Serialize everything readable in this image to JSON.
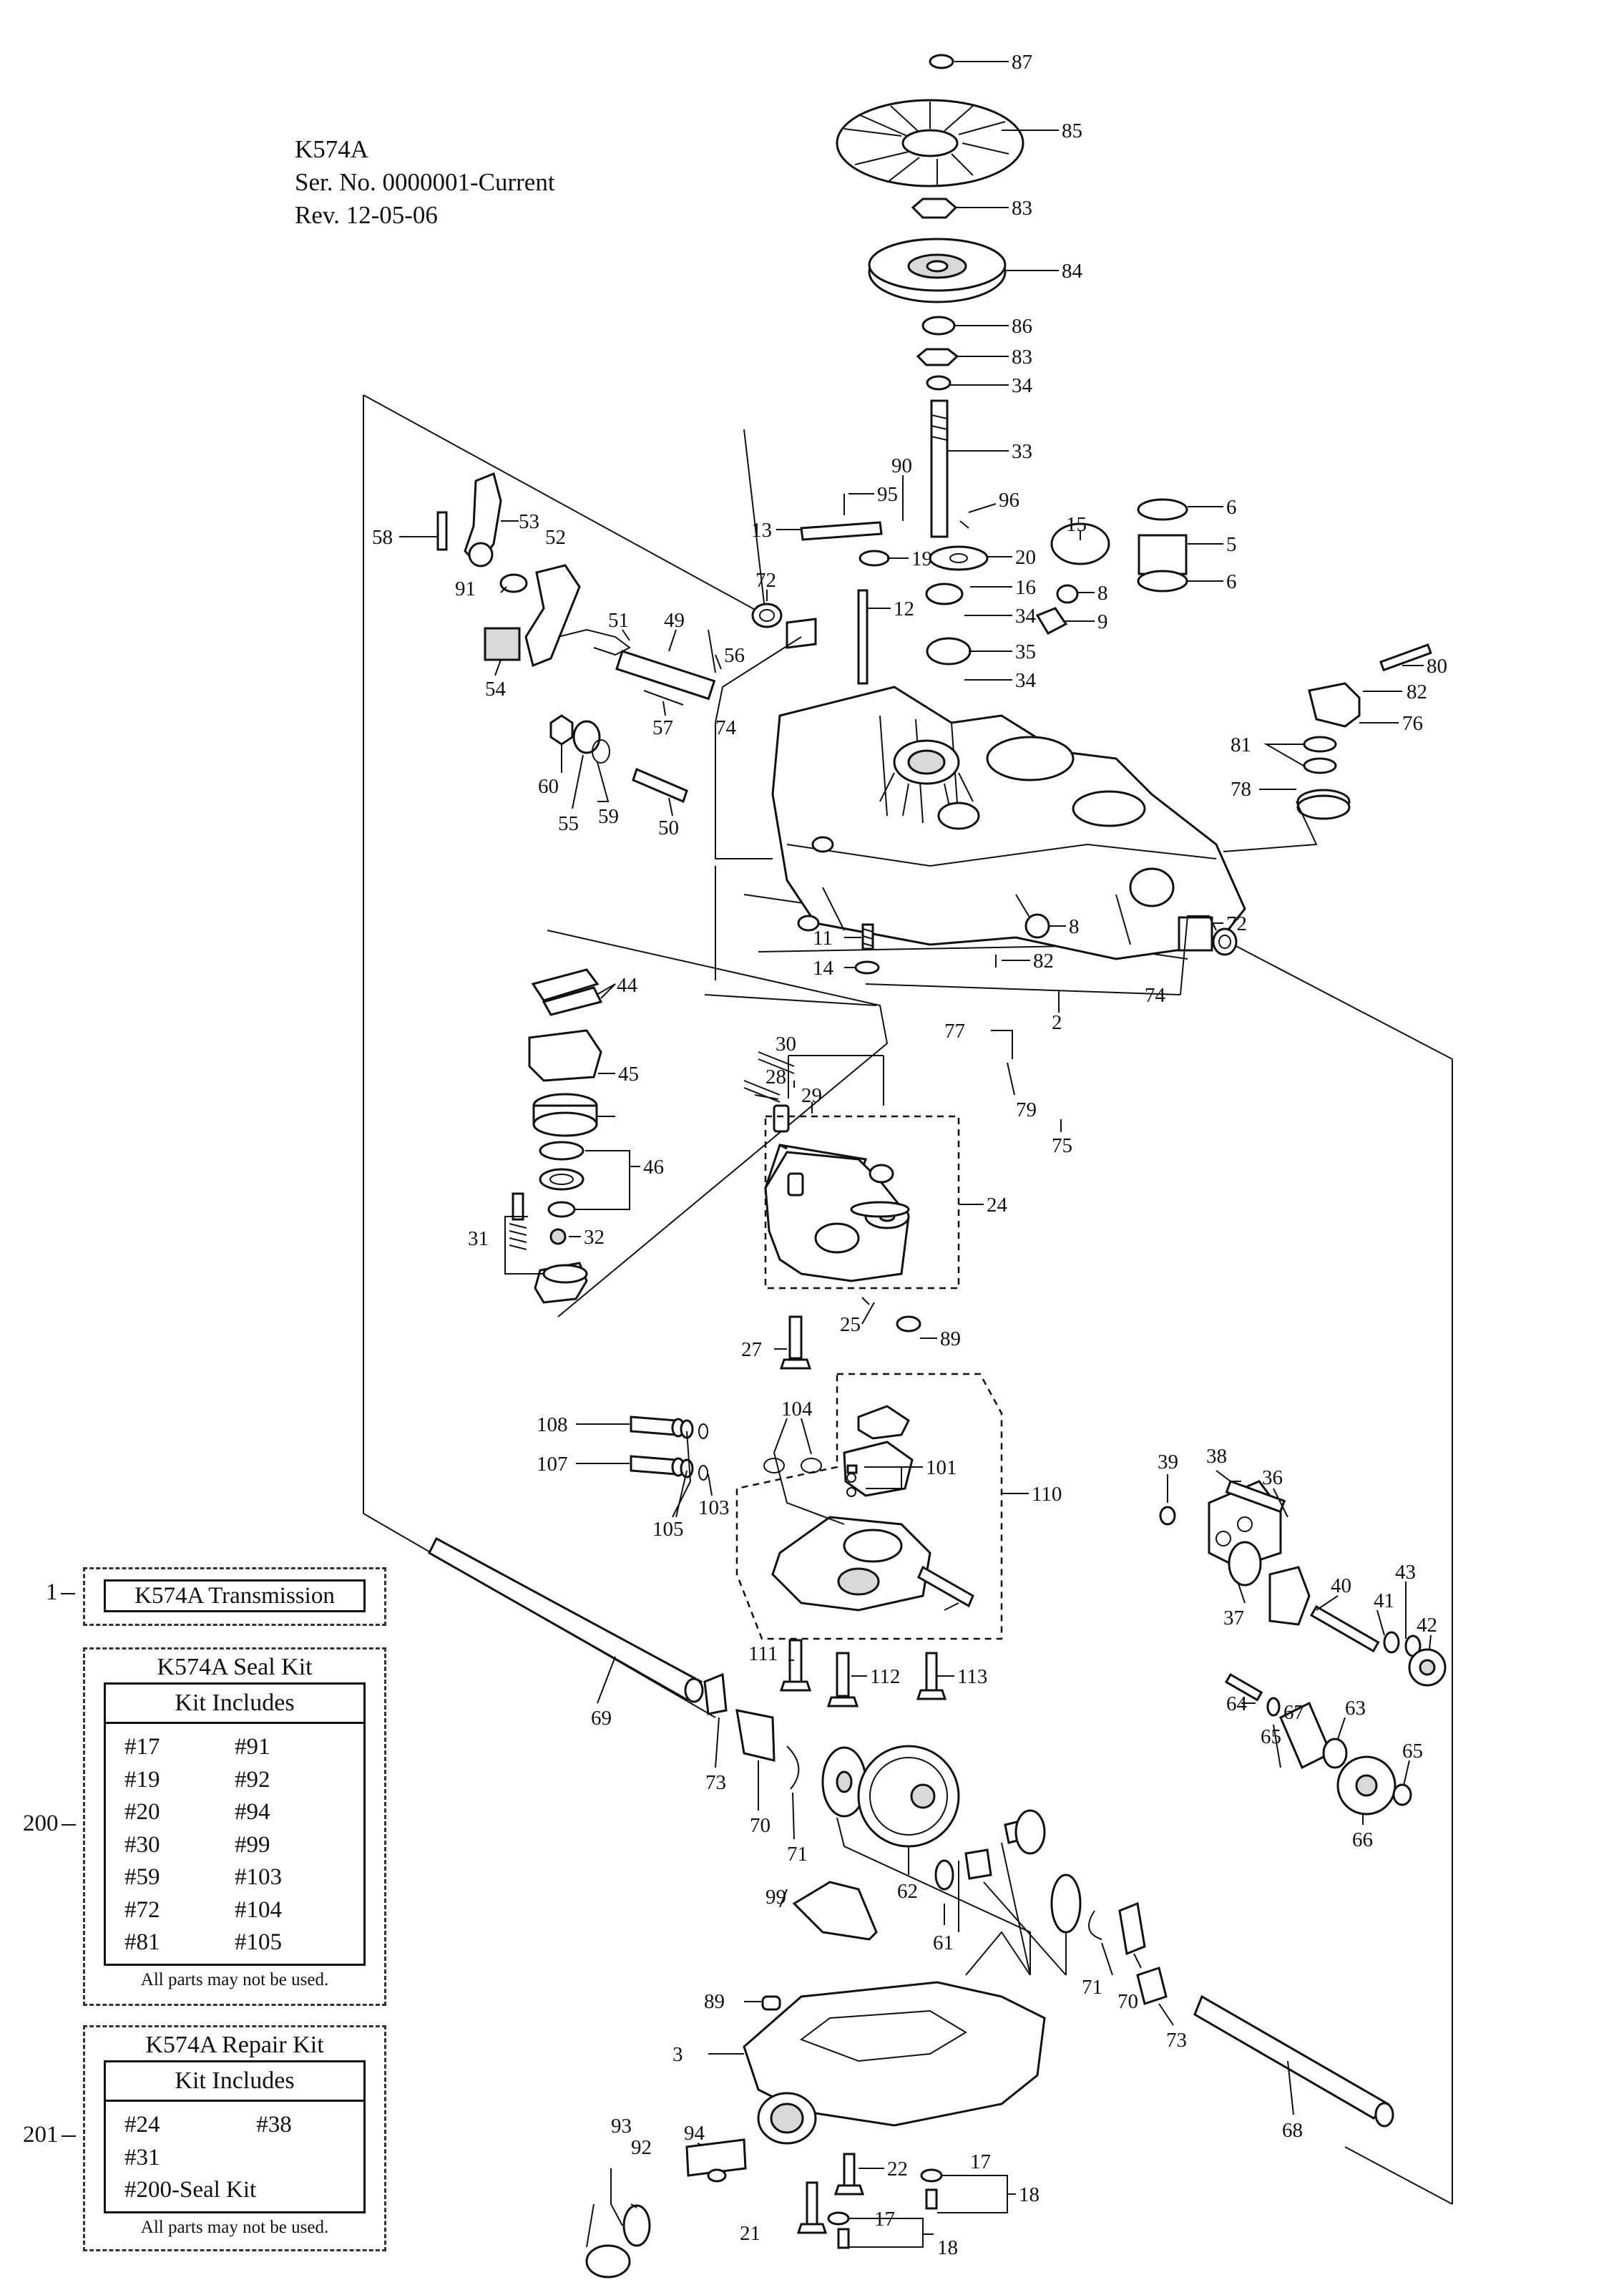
{
  "header": {
    "model": "K574A",
    "serial": "Ser. No. 0000001-Current",
    "revision": "Rev. 12-05-06"
  },
  "transmission_box": {
    "number": "1",
    "label": "K574A Transmission"
  },
  "seal_kit": {
    "number": "200",
    "title": "K574A Seal Kit",
    "subtitle": "Kit Includes",
    "items": [
      "#17",
      "#91",
      "#19",
      "#92",
      "#20",
      "#94",
      "#30",
      "#99",
      "#59",
      "#103",
      "#72",
      "#104",
      "#81",
      "#105"
    ],
    "note": "All parts may not be used."
  },
  "repair_kit": {
    "number": "201",
    "title": "K574A Repair Kit",
    "subtitle": "Kit Includes",
    "items": [
      "#24",
      "#38",
      "#31",
      "",
      "#200-Seal Kit",
      ""
    ],
    "note": "All parts may not be used."
  },
  "callouts": [
    "87",
    "85",
    "83",
    "84",
    "86",
    "83",
    "34",
    "33",
    "90",
    "95",
    "96",
    "13",
    "19",
    "20",
    "15",
    "6",
    "5",
    "6",
    "16",
    "8",
    "34",
    "9",
    "35",
    "34",
    "12",
    "58",
    "53",
    "52",
    "91",
    "72",
    "51",
    "49",
    "56",
    "54",
    "57",
    "74",
    "60",
    "55",
    "59",
    "50",
    "80",
    "82",
    "76",
    "81",
    "78",
    "11",
    "14",
    "8",
    "82",
    "72",
    "74",
    "2",
    "44",
    "45",
    "46",
    "31",
    "32",
    "77",
    "79",
    "75",
    "30",
    "28",
    "29",
    "24",
    "25",
    "89",
    "27",
    "108",
    "107",
    "104",
    "101",
    "110",
    "105",
    "103",
    "39",
    "38",
    "36",
    "40",
    "43",
    "41",
    "42",
    "37",
    "111",
    "112",
    "113",
    "69",
    "73",
    "70",
    "71",
    "64",
    "67",
    "65",
    "63",
    "65",
    "66",
    "62",
    "61",
    "99",
    "71",
    "70",
    "73",
    "89",
    "3",
    "68",
    "93",
    "92",
    "94",
    "22",
    "17",
    "18",
    "21",
    "17",
    "18"
  ]
}
